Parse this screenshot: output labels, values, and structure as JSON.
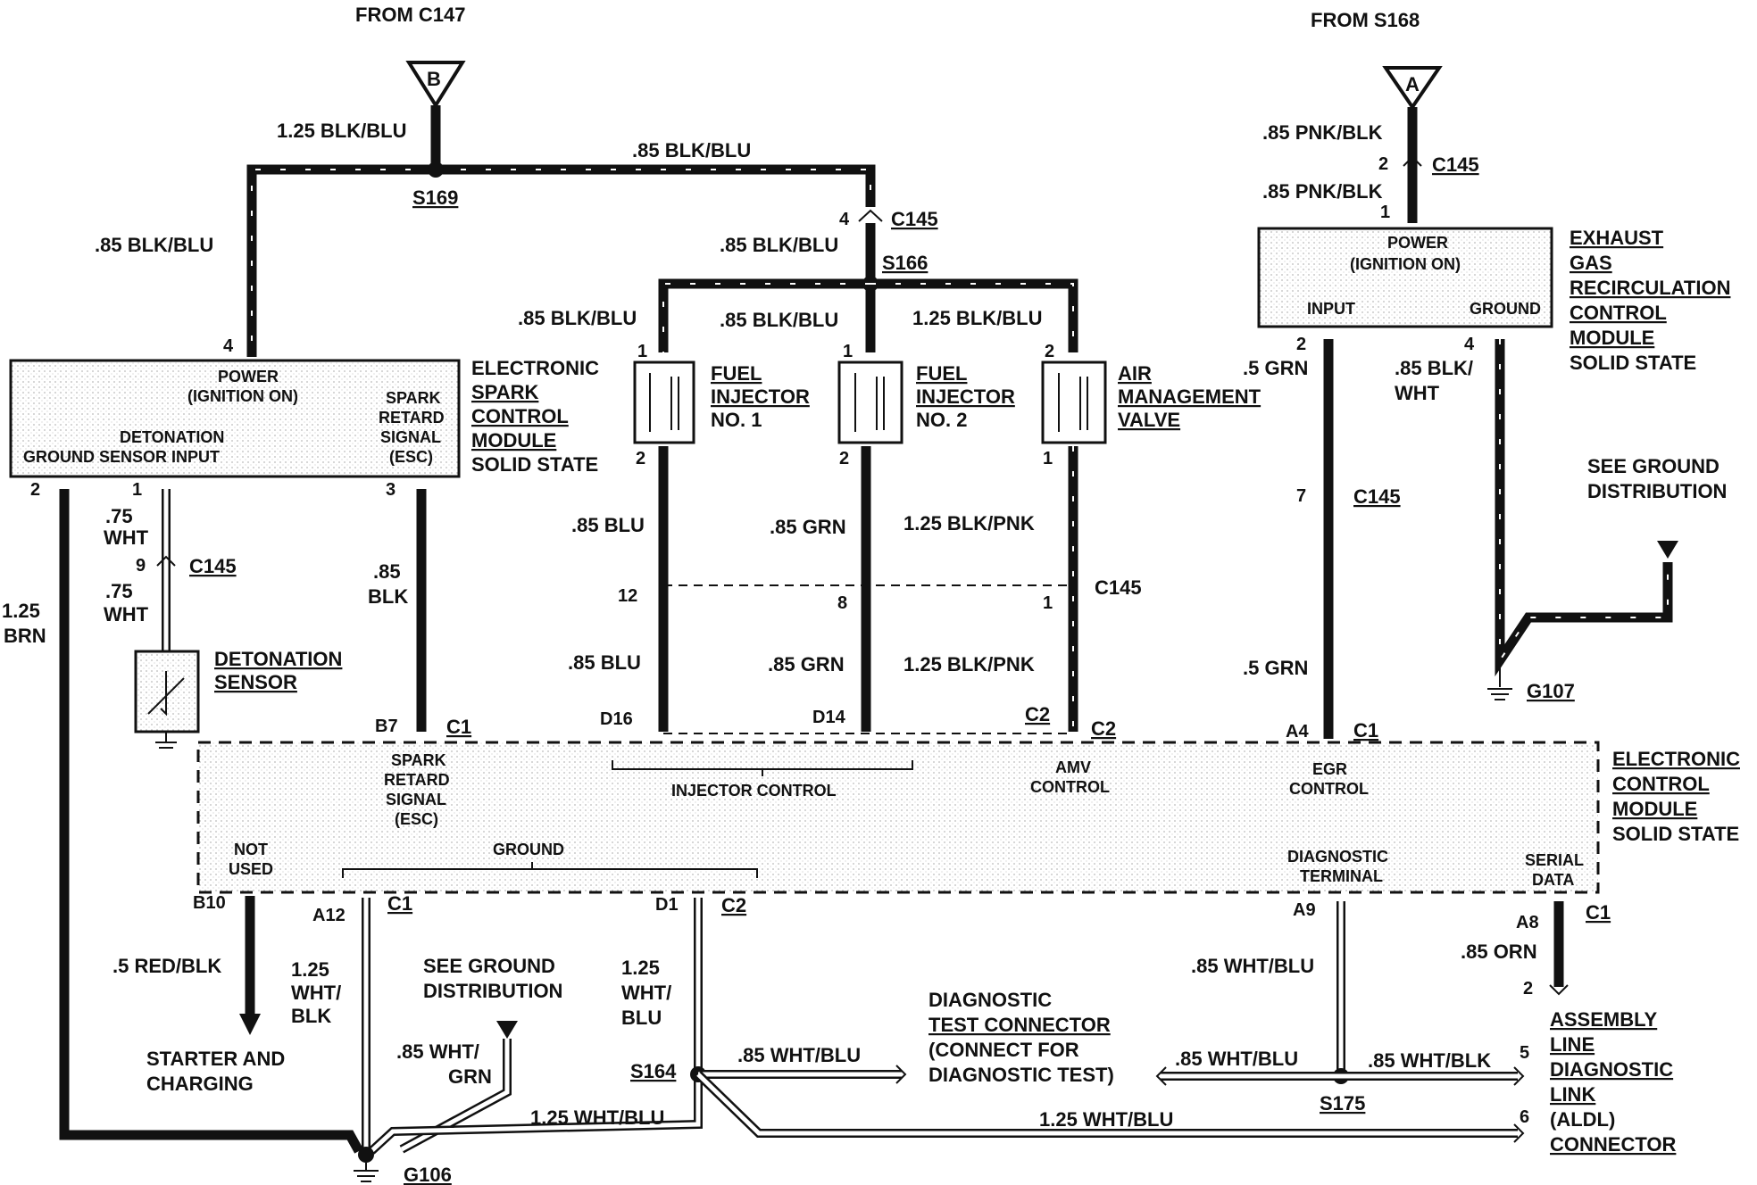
{
  "source_labels": {
    "from_c147": "FROM C147",
    "from_s168": "FROM S168",
    "marker_b": "B",
    "marker_a": "A"
  },
  "wires": {
    "w_125_blk_blu": "1.25 BLK/BLU",
    "w_85_blk_blu_top": ".85 BLK/BLU",
    "w_85_blk_blu_left": ".85 BLK/BLU",
    "w_85_blk_blu_c145": ".85 BLK/BLU",
    "w_85_blk_blu_inj1": ".85 BLK/BLU",
    "w_85_blk_blu_inj2": ".85 BLK/BLU",
    "w_125_blk_blu_amv": "1.25 BLK/BLU",
    "w_85_pnk_blk_1": ".85 PNK/BLK",
    "w_85_pnk_blk_2": ".85 PNK/BLK",
    "w_5_grn_1": ".5 GRN",
    "w_5_grn_2": ".5 GRN",
    "w_85_blk_wht_a": ".85 BLK/",
    "w_85_blk_wht_b": "WHT",
    "w_75_wht_1a": ".75",
    "w_75_wht_1b": "WHT",
    "w_75_wht_2a": ".75",
    "w_75_wht_2b": "WHT",
    "w_85_blk_a": ".85",
    "w_85_blk_b": "BLK",
    "w_125_brn_a": "1.25",
    "w_125_brn_b": "BRN",
    "w_85_blu_1": ".85 BLU",
    "w_85_blu_2": ".85 BLU",
    "w_85_grn_1": ".85 GRN",
    "w_85_grn_2": ".85 GRN",
    "w_125_blk_pnk_1": "1.25 BLK/PNK",
    "w_125_blk_pnk_2": "1.25 BLK/PNK",
    "w_5_red_blk": ".5 RED/BLK",
    "w_125_wht_blk_a": "1.25",
    "w_125_wht_blk_b": "WHT/",
    "w_125_wht_blk_c": "BLK",
    "w_125_wht_blu_a": "1.25",
    "w_125_wht_blu_b": "WHT/",
    "w_125_wht_blu_c": "BLU",
    "w_85_wht_grn_a": ".85 WHT/",
    "w_85_wht_grn_b": "GRN",
    "w_125_wht_blu_g106": "1.25 WHT/BLU",
    "w_85_wht_blu_diag": ".85 WHT/BLU",
    "w_85_wht_blu_s175": ".85 WHT/BLU",
    "w_85_wht_blu_a9": ".85 WHT/BLU",
    "w_85_wht_blk_aldl": ".85 WHT/BLK",
    "w_125_wht_blu_bottom": "1.25 WHT/BLU",
    "w_85_orn": ".85 ORN"
  },
  "splices": {
    "s169": "S169",
    "s166": "S166",
    "s164": "S164",
    "s175": "S175"
  },
  "grounds": {
    "g107": "G107",
    "g106": "G106"
  },
  "connectors": {
    "c145_top_left": "C145",
    "c145_egr": "C145",
    "c145_mid": "C145",
    "c145_det": "C145",
    "c145_egr_low": "C145",
    "c1_b7": "C1",
    "c2_d14": "C2",
    "c2_amv": "C2",
    "c1_a4": "C1",
    "c1_a12": "C1",
    "c2_d1": "C2",
    "c1_a8": "C1"
  },
  "pins": {
    "p4_esc": "4",
    "p2_esc": "2",
    "p1_esc": "1",
    "p3_esc": "3",
    "p9_det": "9",
    "p4_c145": "4",
    "p1_inj1": "1",
    "p2_inj1": "2",
    "p1_inj2": "1",
    "p2_inj2": "2",
    "p2_amv": "2",
    "p1_amv": "1",
    "p12": "12",
    "p8": "8",
    "p1_c145": "1",
    "p2_egr_top": "2",
    "p1_egr_top": "1",
    "p2_egr": "2",
    "p4_egr": "4",
    "p7_egr": "7",
    "b7": "B7",
    "d16": "D16",
    "d14": "D14",
    "a4": "A4",
    "b10": "B10",
    "a12": "A12",
    "d1": "D1",
    "a9": "A9",
    "a8": "A8",
    "p2_aldl": "2",
    "p5_aldl": "5",
    "p6_aldl": "6"
  },
  "esc_module": {
    "power": "POWER",
    "ign": "(IGNITION ON)",
    "spark": "SPARK",
    "retard": "RETARD",
    "signal": "SIGNAL",
    "esc": "(ESC)",
    "detonation": "DETONATION",
    "ground_sensor": "GROUND  SENSOR INPUT",
    "title_1": "ELECTRONIC",
    "title_2": "SPARK",
    "title_3": "CONTROL",
    "title_4": "MODULE",
    "title_5": "SOLID STATE"
  },
  "egr_module": {
    "power": "POWER",
    "ign": "(IGNITION ON)",
    "input": "INPUT",
    "ground": "GROUND",
    "title_1": "EXHAUST",
    "title_2": "GAS",
    "title_3": "RECIRCULATION",
    "title_4": "CONTROL",
    "title_5": "MODULE",
    "title_6": "SOLID STATE"
  },
  "injector1": {
    "l1": "FUEL",
    "l2": "INJECTOR",
    "l3": "NO. 1"
  },
  "injector2": {
    "l1": "FUEL",
    "l2": "INJECTOR",
    "l3": "NO. 2"
  },
  "amv": {
    "l1": "AIR",
    "l2": "MANAGEMENT",
    "l3": "VALVE"
  },
  "detonation_sensor": {
    "l1": "DETONATION",
    "l2": "SENSOR"
  },
  "see_ground_1": {
    "l1": "SEE GROUND",
    "l2": "DISTRIBUTION"
  },
  "see_ground_2": {
    "l1": "SEE GROUND",
    "l2": "DISTRIBUTION"
  },
  "ecm": {
    "spark_1": "SPARK",
    "spark_2": "RETARD",
    "spark_3": "SIGNAL",
    "spark_4": "(ESC)",
    "injector_control": "INJECTOR CONTROL",
    "amv_1": "AMV",
    "amv_2": "CONTROL",
    "egr_1": "EGR",
    "egr_2": "CONTROL",
    "not_used_1": "NOT",
    "not_used_2": "USED",
    "ground": "GROUND",
    "diag_1": "DIAGNOSTIC",
    "diag_2": "TERMINAL",
    "serial_1": "SERIAL",
    "serial_2": "DATA",
    "title_1": "ELECTRONIC",
    "title_2": "CONTROL",
    "title_3": "MODULE",
    "title_4": "SOLID STATE"
  },
  "starter": {
    "l1": "STARTER AND",
    "l2": "CHARGING"
  },
  "diag_connector": {
    "l1": "DIAGNOSTIC",
    "l2": "TEST CONNECTOR",
    "l3": "(CONNECT FOR",
    "l4": "DIAGNOSTIC TEST)"
  },
  "aldl": {
    "l1": "ASSEMBLY",
    "l2": "LINE",
    "l3": "DIAGNOSTIC",
    "l4": "LINK",
    "l5": "(ALDL)",
    "l6": "CONNECTOR"
  }
}
